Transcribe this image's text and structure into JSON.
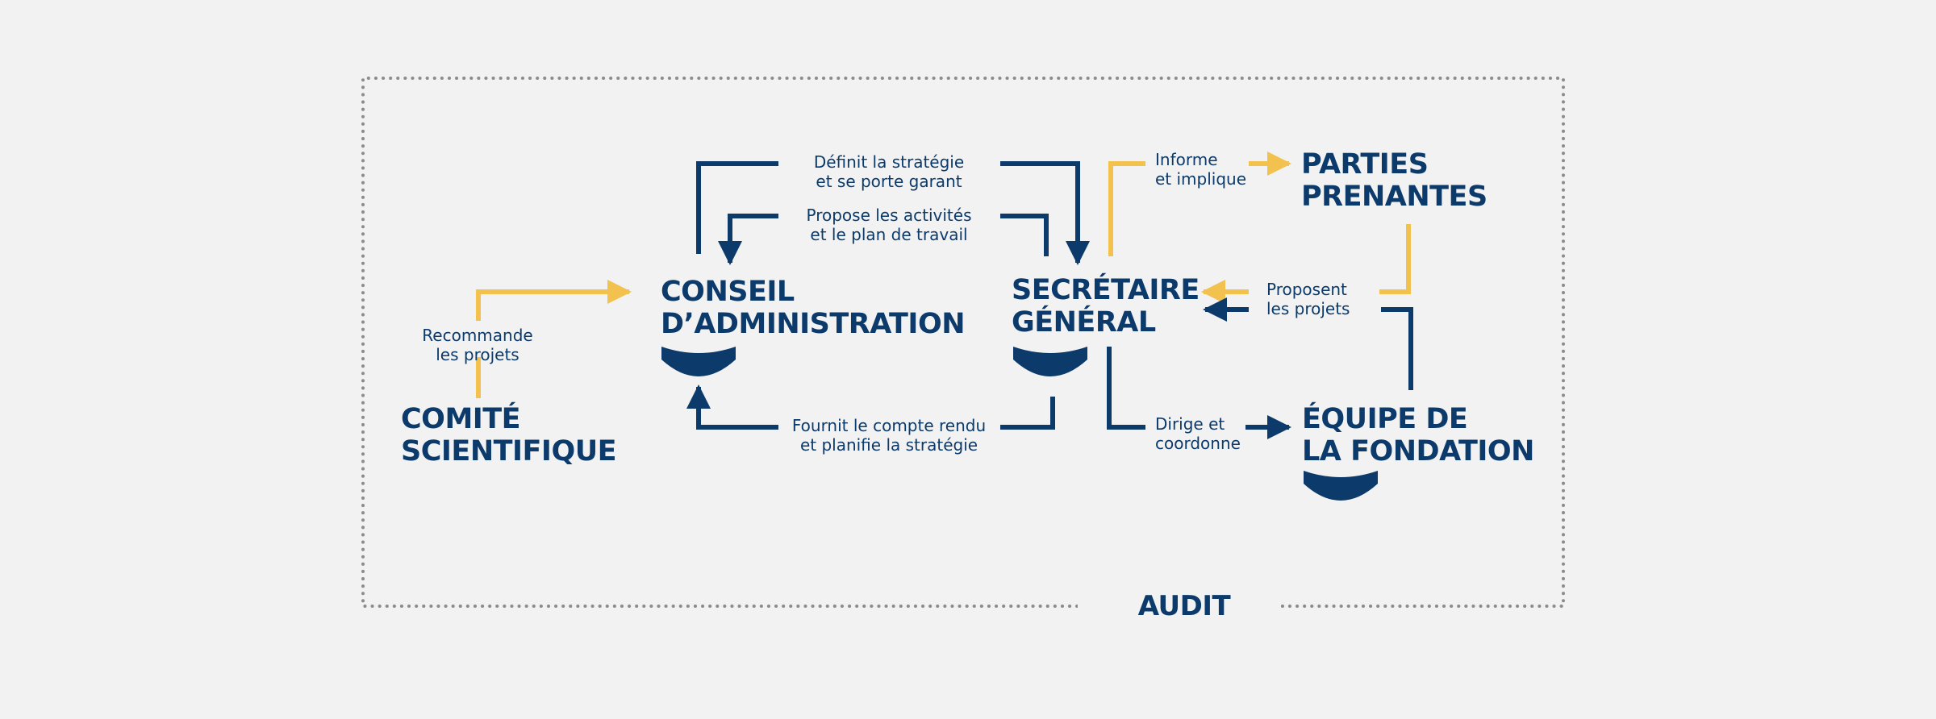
{
  "nodes": {
    "comite": [
      "COMITÉ",
      "SCIENTIFIQUE"
    ],
    "conseil": [
      "CONSEIL",
      "D’ADMINISTRATION"
    ],
    "secretaire": [
      "SECRÉTAIRE",
      "GÉNÉRAL"
    ],
    "parties": [
      "PARTIES",
      "PRENANTES"
    ],
    "equipe": [
      "ÉQUIPE DE",
      "LA FONDATION"
    ]
  },
  "labels": {
    "recommande": [
      "Recommande",
      "les projets"
    ],
    "definit": [
      "Définit la stratégie",
      "et se porte garant"
    ],
    "propose": [
      "Propose les activités",
      "et le plan de travail"
    ],
    "fournit": [
      "Fournit le compte rendu",
      "et planifie la stratégie"
    ],
    "informe": [
      "Informe",
      "et implique"
    ],
    "proposent": [
      "Proposent",
      "les projets"
    ],
    "dirige": [
      "Dirige et",
      "coordonne"
    ]
  },
  "audit": "AUDIT",
  "colors": {
    "navy": "#0b3a6b",
    "yellow": "#f2c14e",
    "border": "#8c8c8c",
    "background": "#f2f2f2"
  }
}
